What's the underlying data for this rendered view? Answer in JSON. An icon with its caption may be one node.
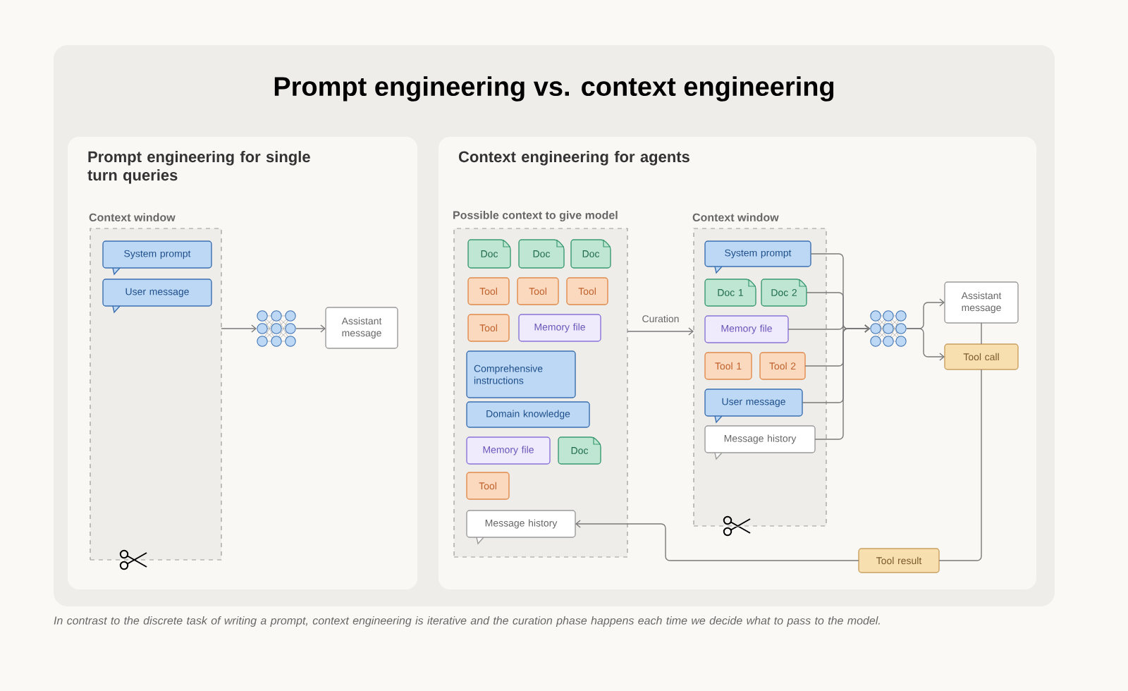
{
  "diagram": {
    "title": "Prompt engineering vs. context engineering",
    "caption": "In contrast to the discrete task of writing a prompt, context engineering is iterative and the curation phase happens each time we decide what to pass to the model.",
    "nodes": [
      {
        "text": [
          "Prompt engineering for single turn queries"
        ]
      },
      {
        "text": [
          "Context window"
        ],
        "in": 0
      },
      {
        "text": [
          "System prompt"
        ],
        "in": 1
      },
      {
        "text": [
          "User message"
        ],
        "in": 1
      },
      {
        "text": [],
        "shape": "picture",
        "in": 0
      },
      {
        "text": [
          "Assistant message"
        ],
        "in": 0
      },
      {
        "text": [
          "Context engineering for agents"
        ]
      },
      {
        "text": [
          "Possible context to give model"
        ],
        "in": 6
      },
      {
        "text": [
          "Doc"
        ],
        "in": 7
      },
      {
        "text": [
          "Doc"
        ],
        "in": 7
      },
      {
        "text": [
          "Doc"
        ],
        "in": 7
      },
      {
        "text": [
          "Tool"
        ],
        "in": 7
      },
      {
        "text": [
          "Tool"
        ],
        "in": 7
      },
      {
        "text": [
          "Tool"
        ],
        "in": 7
      },
      {
        "text": [
          "Tool"
        ],
        "in": 7
      },
      {
        "text": [
          "Memory file"
        ],
        "in": 7
      },
      {
        "text": [
          "Comprehensive instructions"
        ],
        "in": 7
      },
      {
        "text": [
          "Domain knowledge"
        ],
        "in": 7
      },
      {
        "text": [
          "Memory file"
        ],
        "in": 7
      },
      {
        "text": [
          "Doc"
        ],
        "in": 7
      },
      {
        "text": [
          "Tool"
        ],
        "in": 7
      },
      {
        "text": [
          "Message history"
        ],
        "in": 7
      },
      {
        "text": [
          "Context window"
        ],
        "in": 6
      },
      {
        "text": [
          "System prompt"
        ],
        "in": 22
      },
      {
        "text": [
          "Doc 1"
        ],
        "in": 22
      },
      {
        "text": [
          "Doc 2"
        ],
        "in": 22
      },
      {
        "text": [
          "Memory file"
        ],
        "in": 22
      },
      {
        "text": [
          "Tool 1"
        ],
        "in": 22
      },
      {
        "text": [
          "Tool 2"
        ],
        "in": 22
      },
      {
        "text": [
          "User message"
        ],
        "in": 22
      },
      {
        "text": [
          "Message history"
        ],
        "in": 22
      },
      {
        "text": [],
        "shape": "picture",
        "in": 6
      },
      {
        "text": [
          "Assistant message"
        ],
        "in": 6
      },
      {
        "text": [
          "Tool call"
        ],
        "in": 6
      },
      {
        "text": [
          "Tool result"
        ],
        "in": 6
      }
    ],
    "edges": [
      {
        "from": 1,
        "to": 4,
        "arrow": "to"
      },
      {
        "from": 4,
        "to": 5,
        "arrow": "to"
      },
      {
        "from": 7,
        "to": 22,
        "arrow": "to",
        "label": "Curation"
      },
      {
        "from": 23,
        "to": 31,
        "arrow": "to"
      },
      {
        "from": 25,
        "to": 31,
        "arrow": "to"
      },
      {
        "from": 26,
        "to": 31,
        "arrow": "to"
      },
      {
        "from": 28,
        "to": 31,
        "arrow": "to"
      },
      {
        "from": 29,
        "to": 31,
        "arrow": "to"
      },
      {
        "from": 30,
        "to": 31,
        "arrow": "to"
      },
      {
        "from": 31,
        "to": 32,
        "arrow": "to"
      },
      {
        "from": 31,
        "to": 33,
        "arrow": "to"
      },
      {
        "from": 32,
        "to": 33,
        "arrow": "none"
      },
      {
        "from": 33,
        "to": 34,
        "arrow": "none"
      },
      {
        "from": 34,
        "to": 21,
        "arrow": "to"
      }
    ]
  }
}
